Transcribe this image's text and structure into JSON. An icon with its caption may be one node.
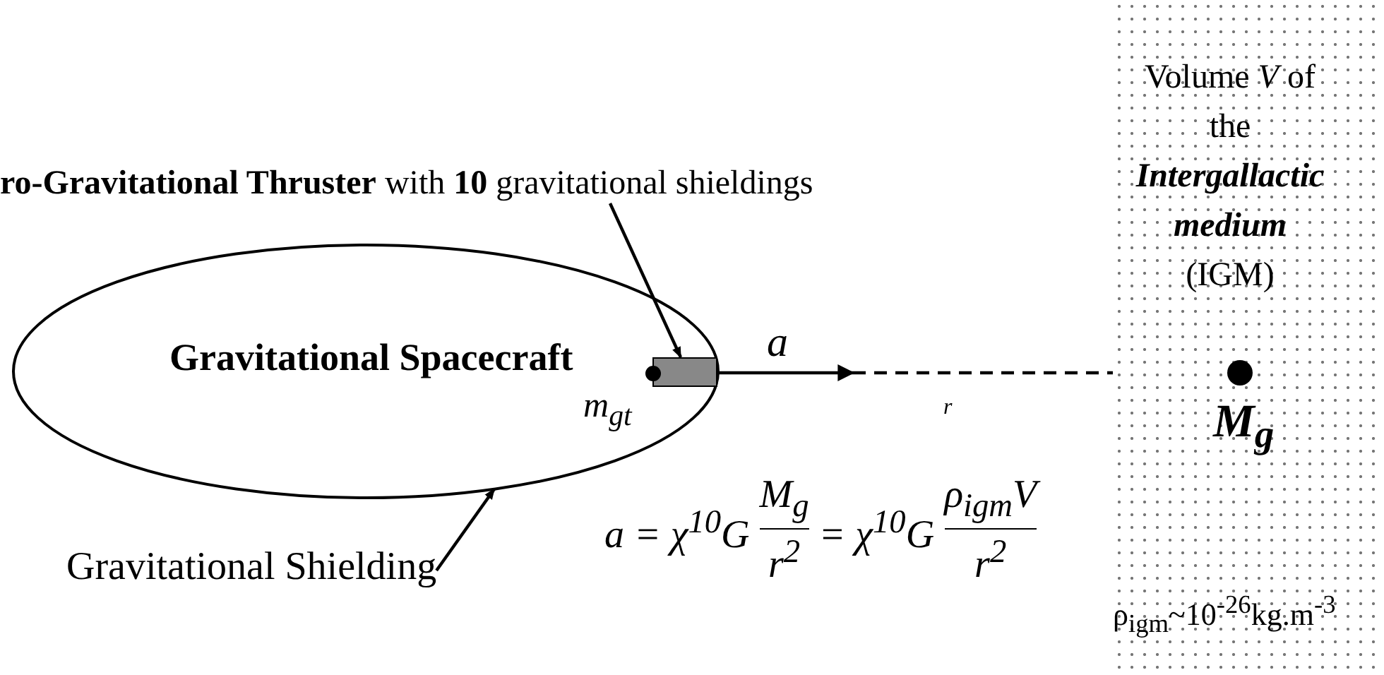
{
  "diagram": {
    "nodes": [
      {
        "text": [
          "Gravitational Spacecraft",
          "m$_{gt}$"
        ]
      },
      {
        "text": [],
        "shape": "box",
        "in": 0
      },
      {
        "text": [
          "**ro-Gravitational Thruster** with **10** gravitational shieldings"
        ]
      },
      {
        "text": [
          "Gravitational Shielding"
        ]
      },
      {
        "text": [
          "Volume *V* of the **Intergallactic medium** (IGM)",
          "ρ$_{igm}$~10$^{-26}$kg.m$^{-3}$"
        ]
      },
      {
        "text": [],
        "shape": "circle",
        "in": 4,
        "beside": [
          "M$_{g}$"
        ]
      }
    ],
    "edges": [
      {
        "from": 2,
        "to": 1,
        "arrow": "to"
      },
      {
        "from": 3,
        "to": 0,
        "arrow": "to"
      },
      {
        "from": 1,
        "to": null,
        "arrow": "to",
        "label": "a"
      },
      {
        "from": null,
        "to": 5,
        "arrow": "none",
        "style": "dashed",
        "label": "r"
      }
    ],
    "labels": [
      "a = χ$^{10}$G",
      "M$_{g}$",
      "r$^{2}$",
      "= χ$^{10}$G",
      "ρ$_{igm}$V",
      "r$^{2}$"
    ]
  }
}
